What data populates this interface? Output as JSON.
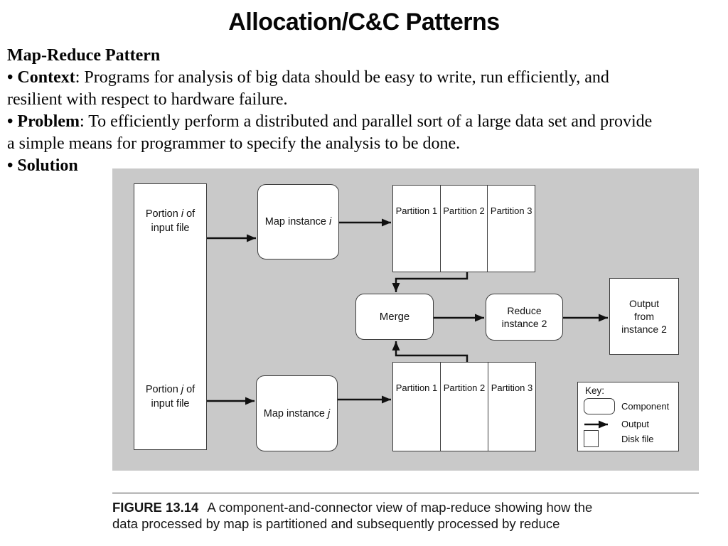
{
  "slide": {
    "title": "Allocation/C&C Patterns",
    "heading": "Map-Reduce Pattern",
    "bullets": [
      {
        "label": "• Context",
        "lines": [
          ": Programs for analysis of big data should be easy to write, run efficiently, and",
          "resilient with respect to hardware failure."
        ]
      },
      {
        "label": "• Problem",
        "lines": [
          ": To efficiently perform a distributed and parallel sort of a large data set and provide",
          "a simple means for programmer to specify the analysis to be done."
        ]
      },
      {
        "label": "• Solution",
        "lines": []
      }
    ]
  },
  "diagram": {
    "background_color": "#c9c9c9",
    "box_border_color": "#3d3d3d",
    "connector_color": "#101010",
    "disk_input": {
      "portion_i": {
        "pre": "Portion ",
        "var": "i",
        "post": " of",
        "line2": "input file"
      },
      "portion_j": {
        "pre": "Portion ",
        "var": "j",
        "post": " of",
        "line2": "input file"
      }
    },
    "map_instance_i": {
      "pre": "Map instance ",
      "var": "i"
    },
    "map_instance_j": {
      "pre": "Map instance ",
      "var": "j"
    },
    "partitions_top": [
      "Partition 1",
      "Partition 2",
      "Partition 3"
    ],
    "partitions_bottom": [
      "Partition 1",
      "Partition 2",
      "Partition 3"
    ],
    "merge_label": "Merge",
    "reduce_lines": [
      "Reduce",
      "instance 2"
    ],
    "output_lines": [
      "Output",
      "from",
      "instance 2"
    ],
    "key": {
      "title": "Key:",
      "component_label": "Component",
      "output_label": "Output",
      "disk_label": "Disk file"
    }
  },
  "caption": {
    "figure_label": "FIGURE 13.14",
    "line1": "A component-and-connector view of map-reduce showing how the",
    "line2": "data processed by map is partitioned and subsequently processed by reduce"
  }
}
